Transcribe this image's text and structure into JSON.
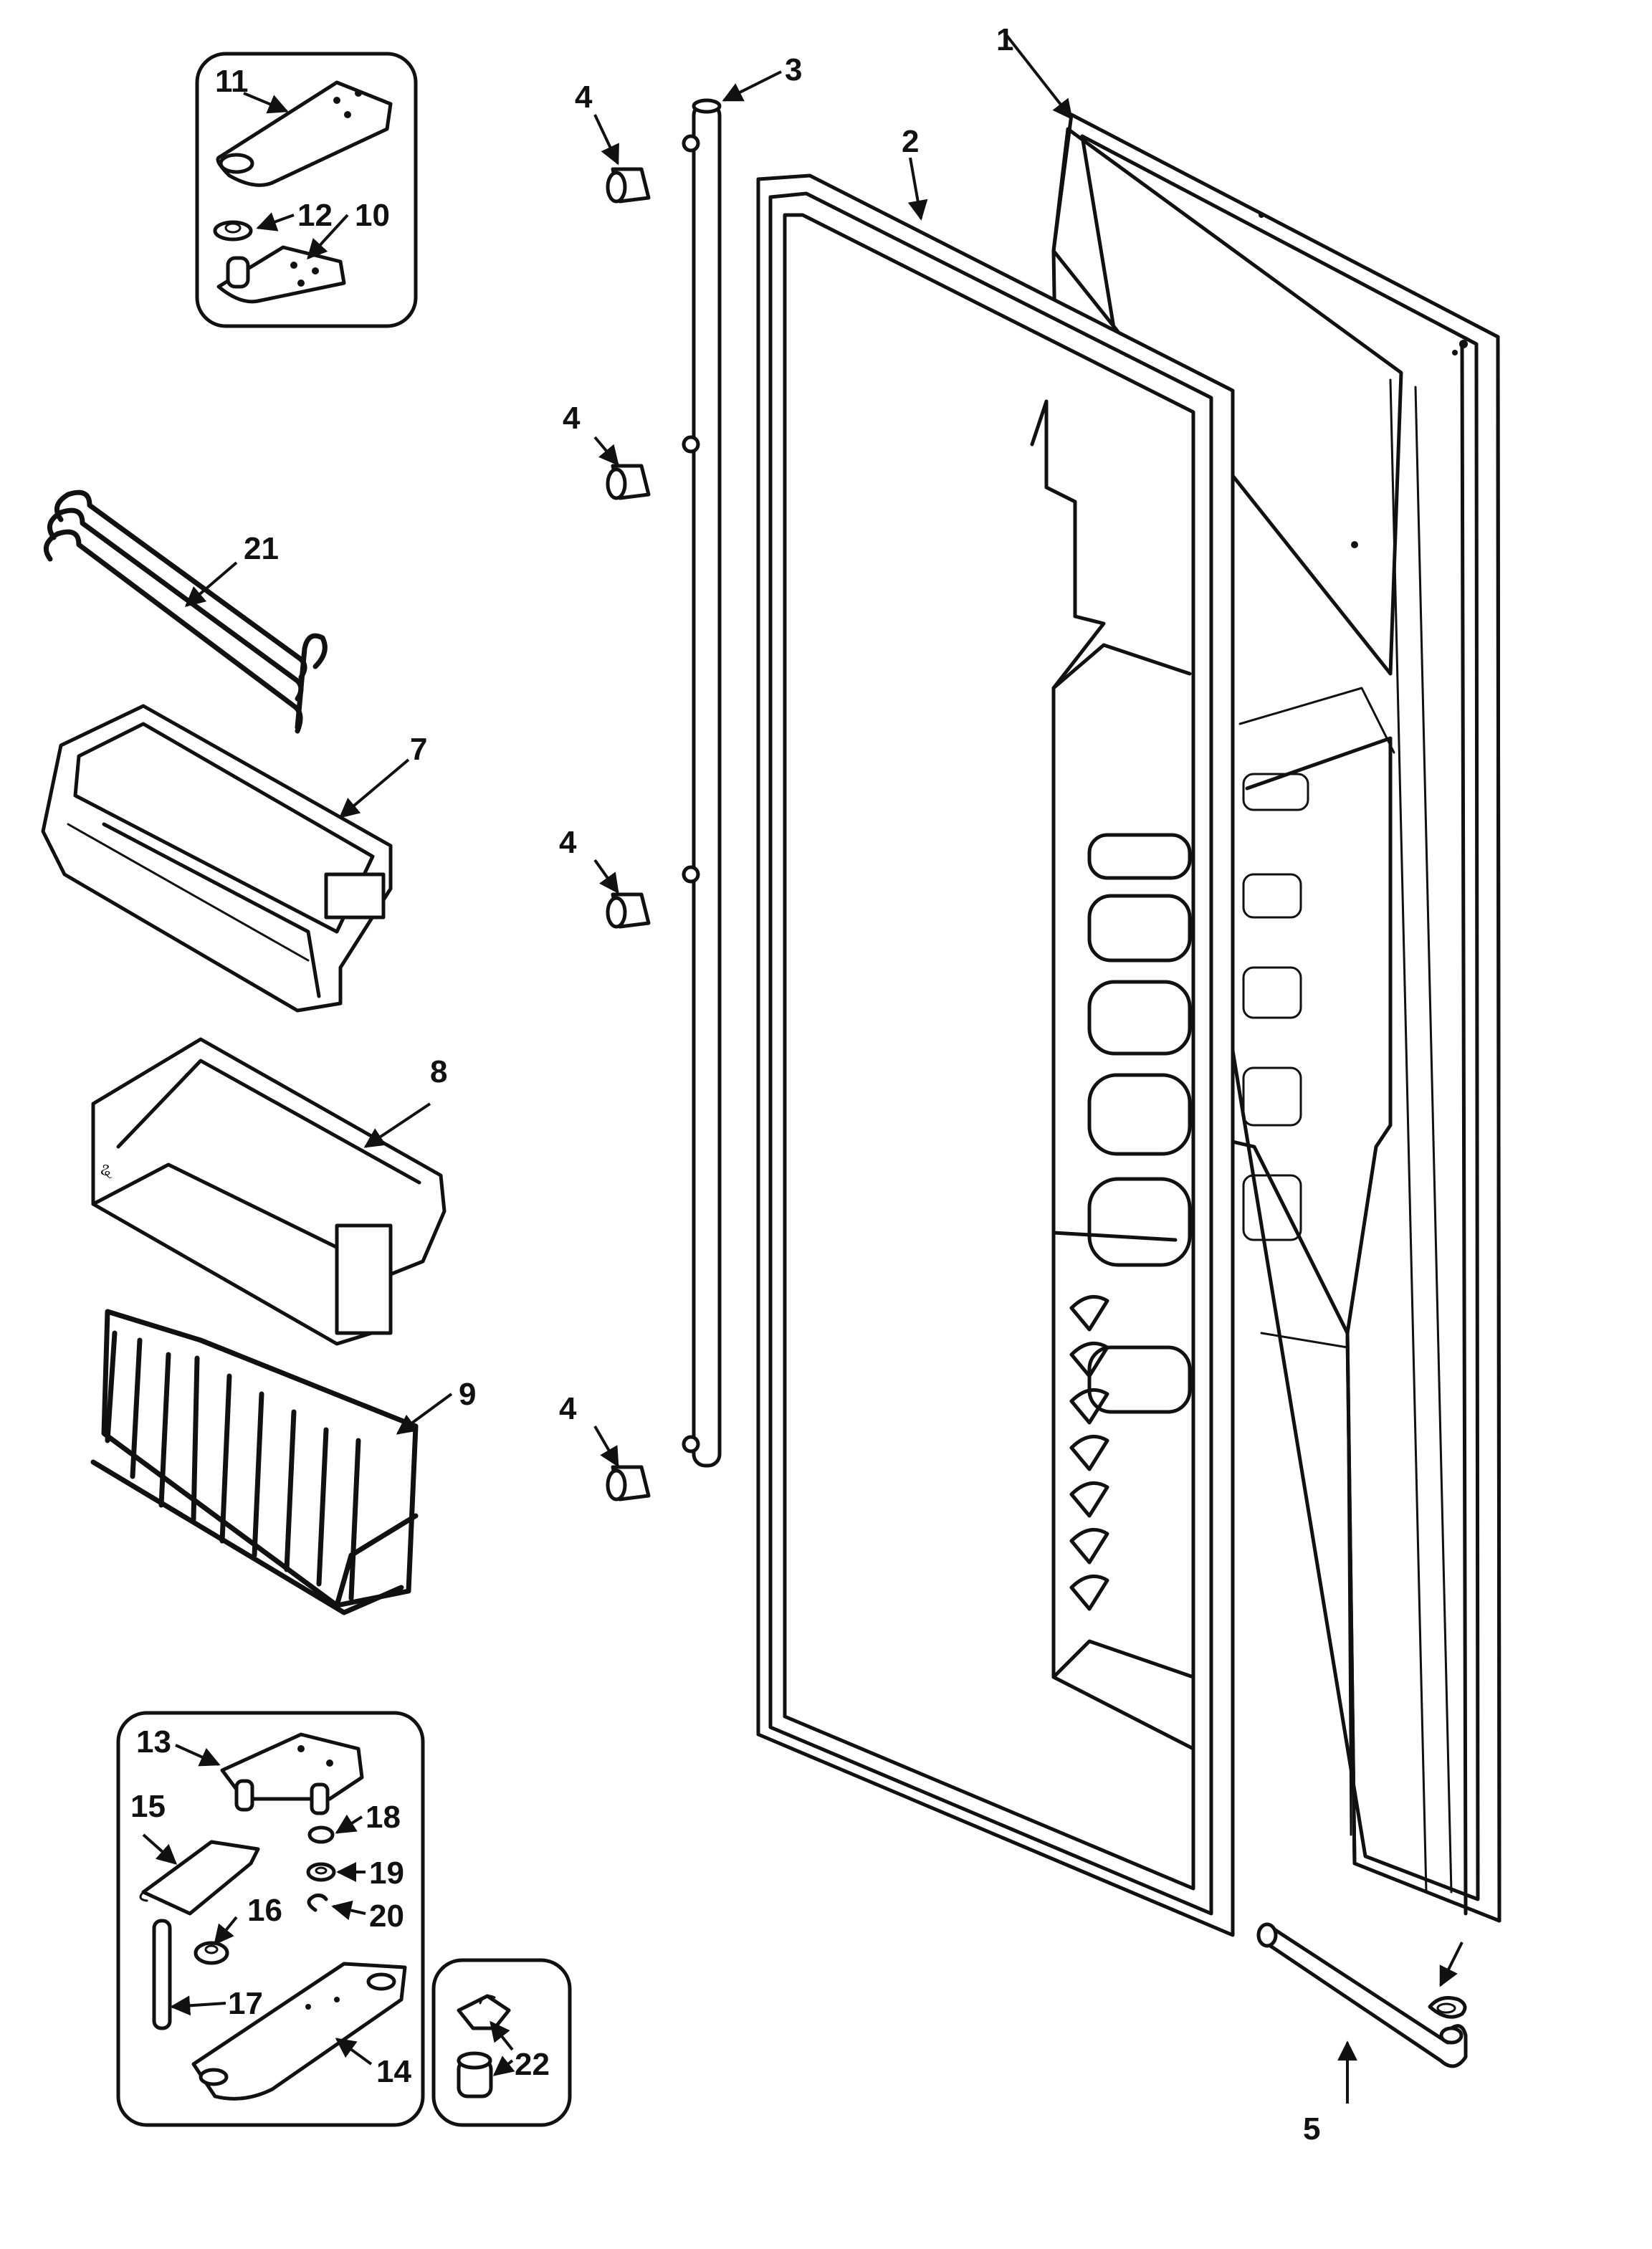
{
  "diagram": {
    "callouts": {
      "c1": "1",
      "c2": "2",
      "c3": "3",
      "c4a": "4",
      "c4b": "4",
      "c4c": "4",
      "c4d": "4",
      "c5": "5",
      "c7": "7",
      "c8": "8",
      "c9": "9",
      "c10": "10",
      "c11": "11",
      "c12": "12",
      "c13": "13",
      "c14": "14",
      "c15": "15",
      "c16": "16",
      "c17": "17",
      "c18": "18",
      "c19": "19",
      "c20": "20",
      "c21": "21",
      "c22": "22"
    }
  }
}
